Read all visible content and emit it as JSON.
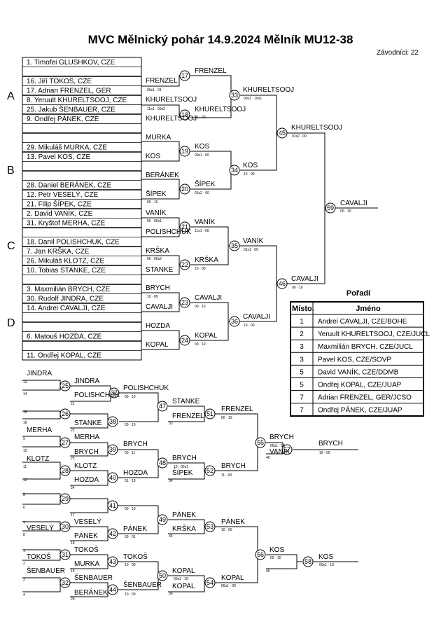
{
  "header": {
    "title": "MVC Mělnický pohár  14.9.2024  Mělník   MU12-38",
    "competitors": "Závodníci: 22"
  },
  "pool_labels": [
    "A",
    "B",
    "C",
    "D"
  ],
  "entries": [
    "1. Timofei GLUSHKOV, CZE",
    "",
    "16. Jiří TOKOS, CZE",
    "17. Adrian FRENZEL, GER",
    "8. Yeruult KHURELTSOOJ, CZE",
    "25. Jakub ŠENBAUER, CZE",
    "9. Ondřej PÁNEK, CZE",
    "",
    "",
    "29. Mikuláš MURKA, CZE",
    "13. Pavel KOS, CZE",
    "",
    "",
    "28. Daniel BERÁNEK, CZE",
    "12. Petr VESELÝ, CZE",
    "21. Filip ŠÍPEK, CZE",
    "2. David VANÍK, CZE",
    "31. Kryštof MERHA, CZE",
    "",
    "18. Danil POLISHCHUK, CZE",
    "7. Jan KRŠKA, CZE",
    "26. Mikuláš KLOTZ, CZE",
    "10. Tobias STANKE, CZE",
    "",
    "3. Maxmilián BRYCH, CZE",
    "30. Rudolf JINDRA, CZE",
    "14. Andrei CAVALJI, CZE",
    "",
    "",
    "6. Matouš HOZDA, CZE",
    "",
    "11. Ondřej KOPAL, CZE"
  ],
  "winner_labels": {
    "w17a": "FRENZEL",
    "w17b": "KHURELTSOOJ",
    "w18a": "MURKA",
    "w18b": "KOS",
    "w19a": "BERÁNEK",
    "w19b": "ŠÍPEK",
    "w20a": "VANÍK",
    "w20b": "POLISHCHUK",
    "w21a": "KRŠKA",
    "w21b": "STANKE",
    "w22a": "BRYCH",
    "w22b": "CAVALJI",
    "w23a": "HOZDA",
    "w23b": "KOPAL",
    "r17": "FRENZEL",
    "r18": "KHURELTSOOJ",
    "r19": "KOS",
    "r20": "ŠÍPEK",
    "r21": "VANÍK",
    "r22": "KRŠKA",
    "r23": "CAVALJI",
    "r24": "KOPAL",
    "r33": "KHURELTSOOJ",
    "r34": "KOS",
    "r35": "VANÍK",
    "r36": "CAVALJI",
    "r45": "KHURELTSOOJ",
    "r46": "CAVALJI",
    "r59": "CAVALJI"
  },
  "scores": {
    "s17": "00s1 · 01",
    "s18": "11s1 · 00s3",
    "r18": "01 · 00",
    "r33": "00s1 · 10s1",
    "r45": "01s2 · 00",
    "r19": "00s1 · 00",
    "r34": "10 · 00",
    "r20": "01s2 · 00",
    "s19": "00 · 10",
    "r59": "00 · 10",
    "s20": "00 · 00s1",
    "r21": "11s1 · 00",
    "r35": "01s1 · 00",
    "s21": "00 · 00s2",
    "r22": "10 · 00",
    "r46": "00 · 10",
    "s22": "10 · 00",
    "r23": "00 · 10",
    "r36": "10 · 00",
    "r24": "00 · 10"
  },
  "repechage": {
    "labels": {
      "p1": "JINDRA",
      "p2": "JINDRA",
      "p3": "POLISHCHUK",
      "p4": "POLISHCHUK",
      "p5": "STANKE",
      "p6": "STANKE",
      "p7": "FRENZEL",
      "p8": "FRENZEL",
      "p9": "MERHA",
      "p10": "MERHA",
      "p11": "BRYCH",
      "p12": "BRYCH",
      "p13": "KLOTZ",
      "p14": "KLOTZ",
      "p15": "HOZDA",
      "p16": "HOZDA",
      "p17": "BRYCH",
      "p18": "ŠÍPEK",
      "p19": "BRYCH",
      "p20": "BRYCH",
      "p21": "VANÍK",
      "p22": "BRYCH",
      "q1": "VESELÝ",
      "q2": "VESELÝ",
      "q3": "PÁNEK",
      "q4": "PÁNEK",
      "q5": "PÁNEK",
      "q6": "KRŠKA",
      "q7": "PÁNEK",
      "q8": "TOKOŠ",
      "q9": "TOKOŠ",
      "q10": "MURKA",
      "q11": "TOKOŠ",
      "q12": "ŠENBAUER",
      "q13": "ŠENBAUER",
      "q14": "BERÁNEK",
      "q15": "ŠENBAUER",
      "q16": "KOPAL",
      "q17": "KOPAL",
      "q18": "KOPAL",
      "q19": "KOS",
      "q20": "KOS"
    },
    "seeds": {
      "a13": "13",
      "a14": "14",
      "a15": "15",
      "a16": "16",
      "a9": "9",
      "a10": "10",
      "a11": "11",
      "a12": "12",
      "b5": "5",
      "b6": "6",
      "b7": "7",
      "b8": "8",
      "b1": "1",
      "b2": "2",
      "b3": "3",
      "b4": "4",
      "x21": "21",
      "x22": "22",
      "x23": "23",
      "x24": "24",
      "x33": "33",
      "x34": "34",
      "x17": "17",
      "x18": "18",
      "x19": "19",
      "x20": "20",
      "x35": "35",
      "x36": "36",
      "x46": "46",
      "x45": "45"
    },
    "scores": {
      "c37": "00 · 10",
      "c38": "00 · 10",
      "c39": "00 · 11",
      "c40": "01 · 10",
      "c47": "",
      "c48": "10 · 00s1",
      "c51": "00 · 10",
      "c52": "11 · 00",
      "c55": "00s1 · 10",
      "c57": "10 · 00",
      "c41": "00 · 10",
      "c42": "00 · 01",
      "c43": "10 · 00",
      "c44": "10 · 00",
      "c49": "",
      "c50": "00s1 · 10",
      "c53": "10 · 00",
      "c54": "00s1 · 00",
      "c56": "00 · 10",
      "c58": "00s1 · 10"
    }
  },
  "ranking": {
    "title": "Pořadí",
    "headers": [
      "Místo.",
      "Jméno"
    ],
    "rows": [
      {
        "place": "1",
        "name": "Andrei CAVALJI, CZE/BOHE"
      },
      {
        "place": "2",
        "name": "Yeruult KHURELTSOOJ, CZE/JUCL"
      },
      {
        "place": "3",
        "name": "Maxmilián BRYCH, CZE/JUCL"
      },
      {
        "place": "3",
        "name": "Pavel KOS, CZE/SOVP"
      },
      {
        "place": "5",
        "name": "David VANÍK, CZE/DDMB"
      },
      {
        "place": "5",
        "name": "Ondřej KOPAL, CZE/JUAP"
      },
      {
        "place": "7",
        "name": "Adrian FRENZEL, GER/JCSO"
      },
      {
        "place": "7",
        "name": "Ondřej PÁNEK, CZE/JUAP"
      }
    ]
  }
}
